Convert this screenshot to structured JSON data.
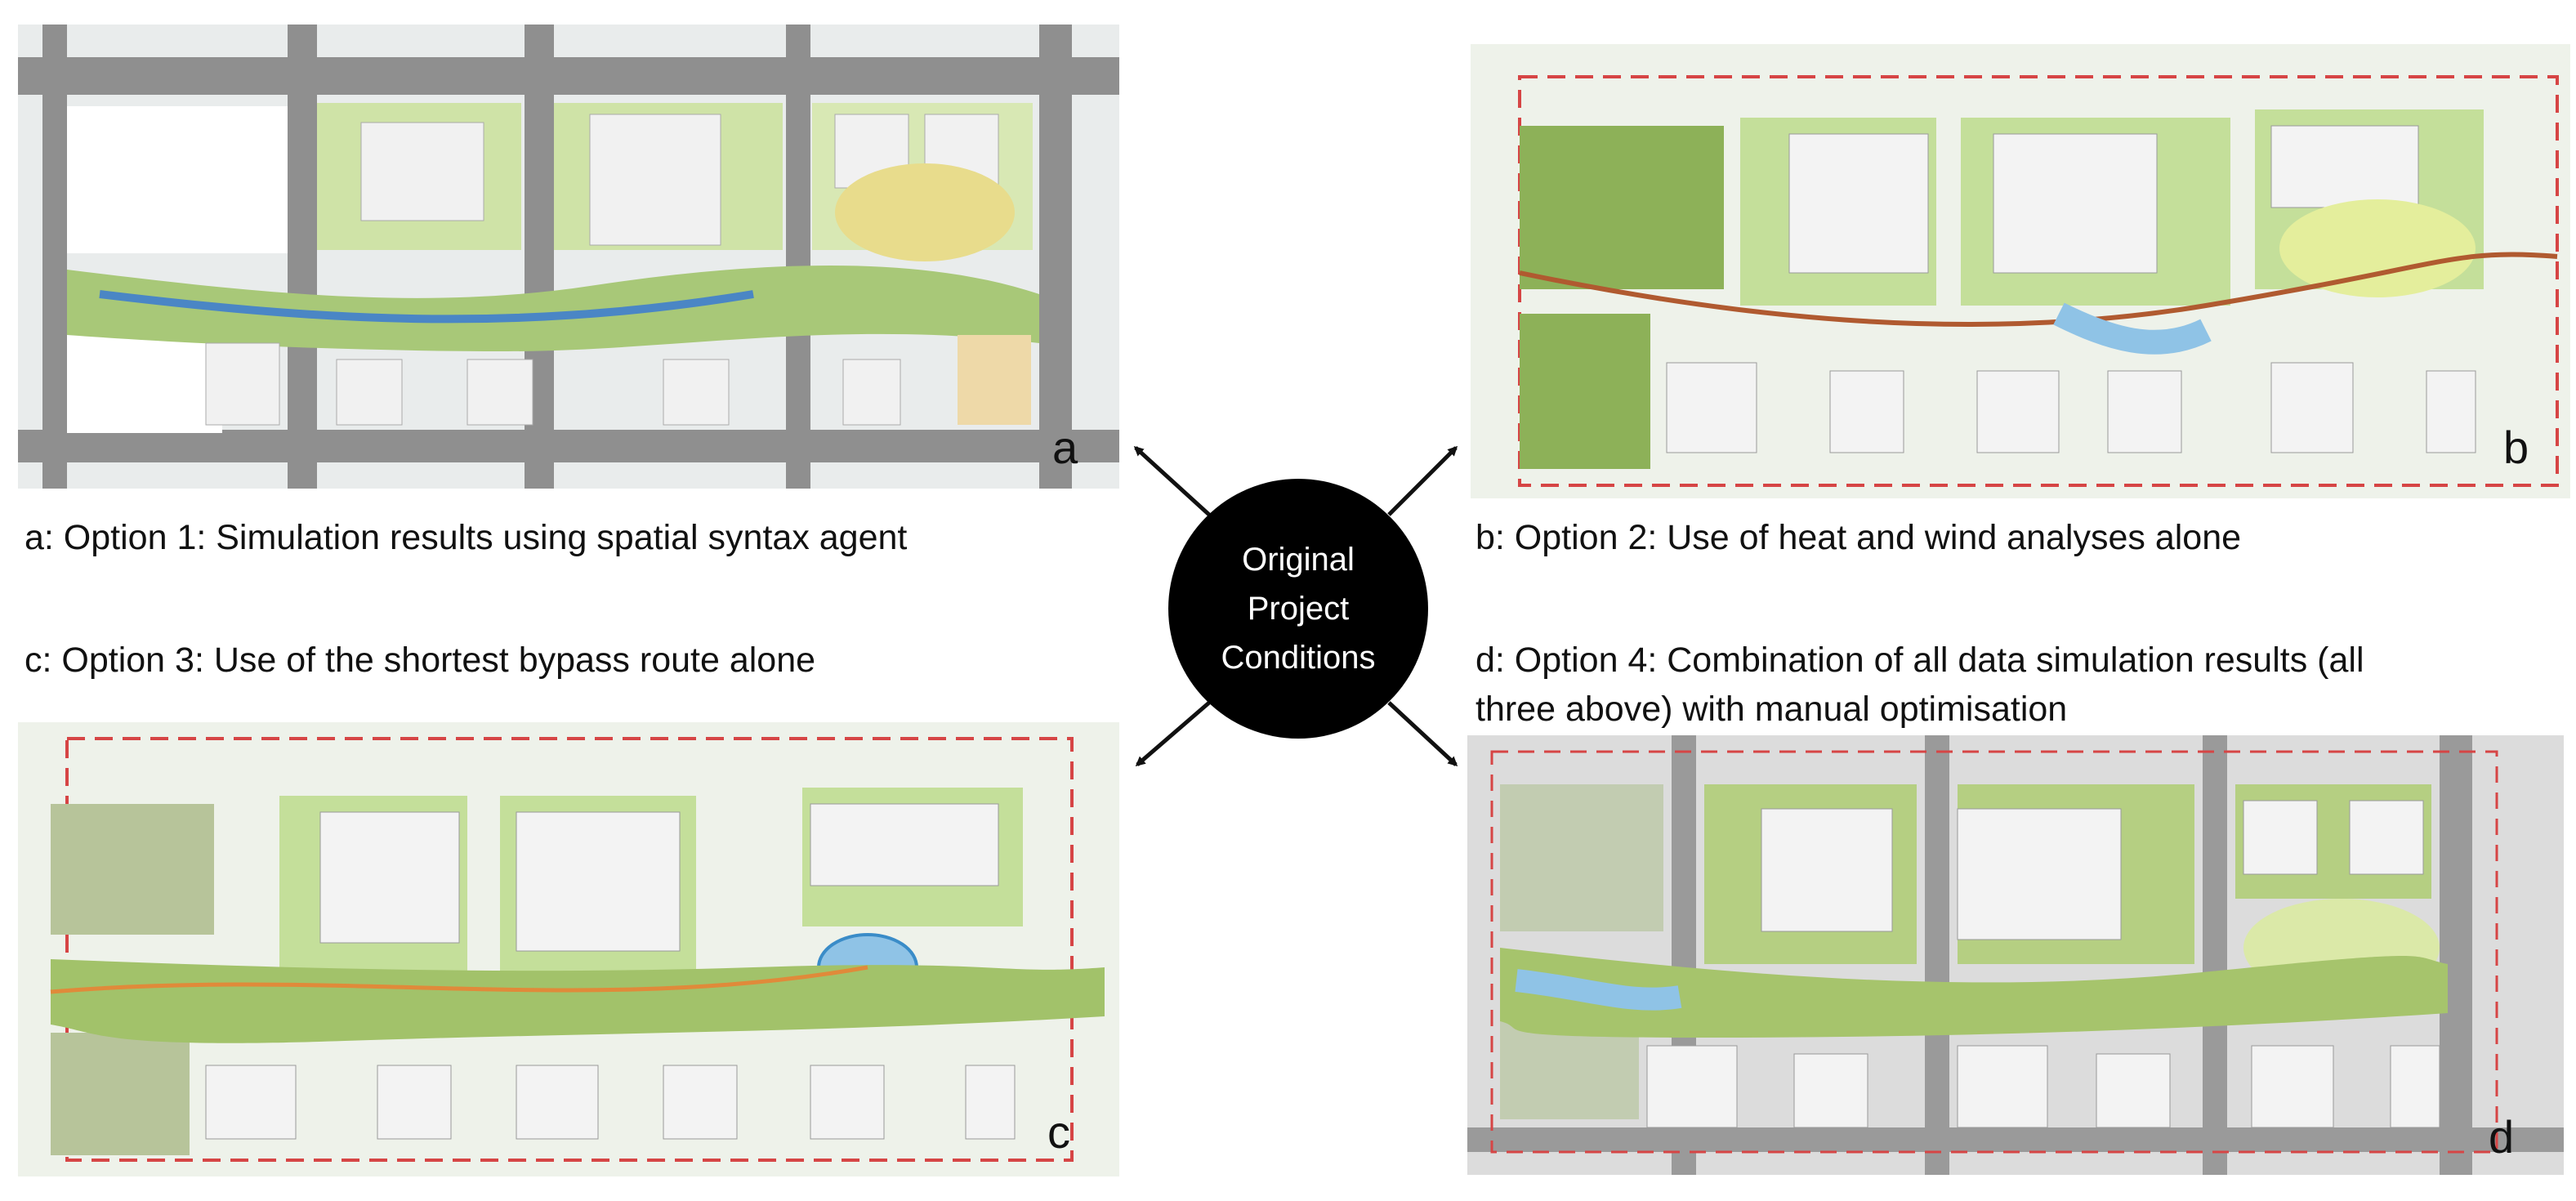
{
  "center": {
    "label": "Original\nProject\nConditions"
  },
  "panels": [
    {
      "letter": "a",
      "caption": "a: Option 1: Simulation results using spatial syntax agent"
    },
    {
      "letter": "b",
      "caption": "b: Option 2: Use of heat and wind analyses alone"
    },
    {
      "letter": "c",
      "caption": "c: Option 3: Use of the shortest bypass route alone"
    },
    {
      "letter": "d",
      "caption_line1": "d: Option 4: Combination of all data simulation results (all",
      "caption_line2": "three above) with manual optimisation"
    }
  ],
  "colors": {
    "road": "#8f8f8f",
    "grass": "#c9dfa0",
    "tree": "#6f9a3c",
    "building": "#f3f3f3",
    "water": "#8fc3e6",
    "boundary": "#d64545"
  }
}
